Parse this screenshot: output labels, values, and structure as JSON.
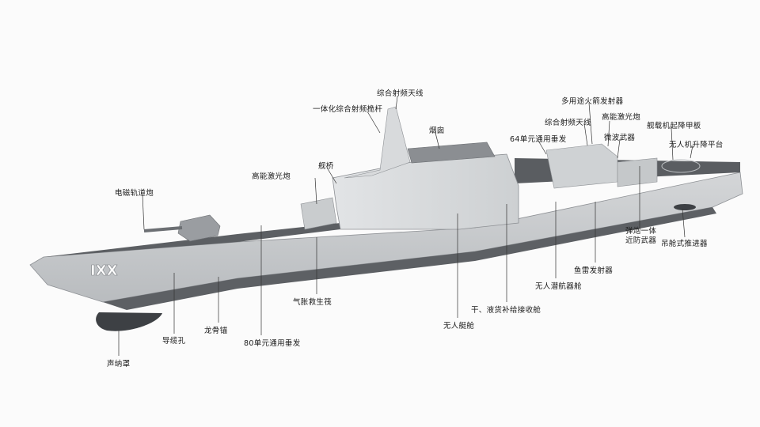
{
  "hull_marking": "IXX",
  "labels": {
    "comprehensive_rf_antenna_top": "综合射频天线",
    "integrated_rf_mast": "一体化综合射频桅杆",
    "funnel": "烟囱",
    "bridge": "舰桥",
    "laser_gun_fwd": "高能激光炮",
    "railgun": "电磁轨道炮",
    "vls_64": "64单元通用垂发",
    "multi_purpose_rocket": "多用途火箭发射器",
    "rf_antenna_aft": "综合射频天线",
    "laser_gun_aft": "高能激光炮",
    "microwave_weapon": "微波武器",
    "helo_deck": "舰载机起降甲板",
    "uav_platform": "无人机升降平台",
    "gun_missile_ciws": "弹炮一体\n近防武器",
    "pod_propulsor": "吊舱式推进器",
    "torpedo_launcher": "鱼雷发射器",
    "uuv_bay": "无人潜航器舱",
    "replenishment_bay": "干、液货补给接收舱",
    "usv_bay": "无人艇舱",
    "inflatable_liferaft": "气胀救生筏",
    "vls_80": "80单元通用垂发",
    "keel_anchor": "龙骨锚",
    "fairlead": "导缆孔",
    "sonar_dome": "声纳罩"
  }
}
